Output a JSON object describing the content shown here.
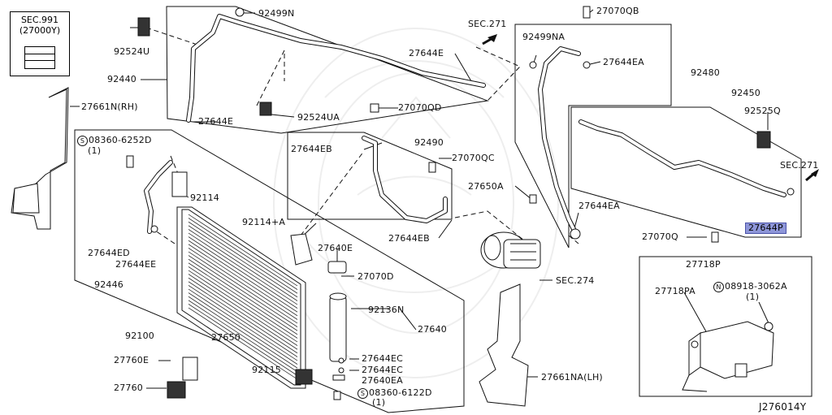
{
  "sec991": {
    "title": "SEC.991",
    "subtitle": "(27000Y)"
  },
  "diagram_id": "J276014Y",
  "sec_refs": {
    "sec271_top": "SEC.271",
    "sec271_right": "SEC.271",
    "sec274": "SEC.274"
  },
  "labels": {
    "p92499N": "92499N",
    "p92524U": "92524U",
    "p92440": "92440",
    "p27644E_a": "27644E",
    "p27644E_b": "27644E",
    "p27661N": "27661N(RH)",
    "p92524UA": "92524UA",
    "p27070QD": "27070QD",
    "p08360_6252D": "08360-6252D",
    "p08360_6252D_qty": "(1)",
    "p92114": "92114",
    "p92114A": "92114+A",
    "p27644EB_a": "27644EB",
    "p27644EB_b": "27644EB",
    "p92490": "92490",
    "p27070QC": "27070QC",
    "p27644ED": "27644ED",
    "p27644EE": "27644EE",
    "p92446": "92446",
    "p27640E": "27640E",
    "p27070D": "27070D",
    "p92136N": "92136N",
    "p27640": "27640",
    "p92100": "92100",
    "p27650": "27650",
    "p27760E": "27760E",
    "p27760": "27760",
    "p92115": "92115",
    "p27644EC_a": "27644EC",
    "p27644EC_b": "27644EC",
    "p27640EA": "27640EA",
    "p08360_6122D": "08360-6122D",
    "p08360_6122D_qty": "(1)",
    "p92499NA": "92499NA",
    "p27070QB": "27070QB",
    "p27644EA_a": "27644EA",
    "p27644EA_b": "27644EA",
    "p92480": "92480",
    "p27650A": "27650A",
    "p92450": "92450",
    "p92525Q": "92525Q",
    "p27644P": "27644P",
    "p27070Q": "27070Q",
    "p27661NA": "27661NA(LH)",
    "p27718P": "27718P",
    "p27718PA": "27718PA",
    "p08918_3062A": "08918-3062A",
    "p08918_3062A_qty": "(1)"
  },
  "symbols": {
    "bolt_marker": "S",
    "nut_marker": "N"
  },
  "colors": {
    "highlight": "#8e96d9",
    "line": "#111111",
    "watermark": "#eeeeee"
  }
}
